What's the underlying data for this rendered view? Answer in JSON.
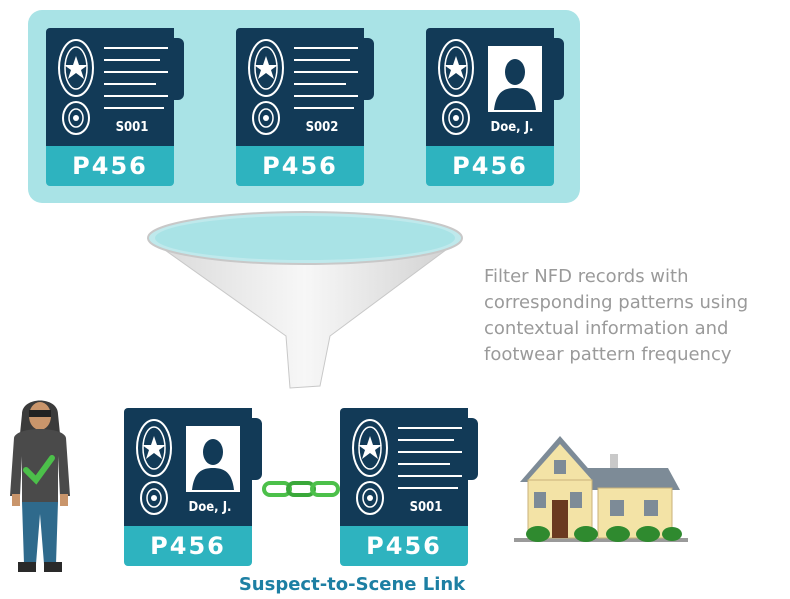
{
  "top_cards": [
    {
      "id": "S001",
      "code": "P456",
      "kind": "lines"
    },
    {
      "id": "S002",
      "code": "P456",
      "kind": "lines"
    },
    {
      "id": "Doe, J.",
      "code": "P456",
      "kind": "photo"
    }
  ],
  "bottom_cards": [
    {
      "id": "Doe, J.",
      "code": "P456",
      "kind": "photo"
    },
    {
      "id": "S001",
      "code": "P456",
      "kind": "lines"
    }
  ],
  "filter_text": [
    "Filter NFD records with",
    "corresponding patterns using",
    "contextual information and",
    "footwear pattern frequency"
  ],
  "link_label": "Suspect-to-Scene Link",
  "colors": {
    "panel": "#a9e3e6",
    "card_dark": "#123a57",
    "card_teal": "#2eb3bf",
    "chain": "#4cc04a",
    "label": "#1d7fa3",
    "text_gray": "#9a9a9a"
  }
}
